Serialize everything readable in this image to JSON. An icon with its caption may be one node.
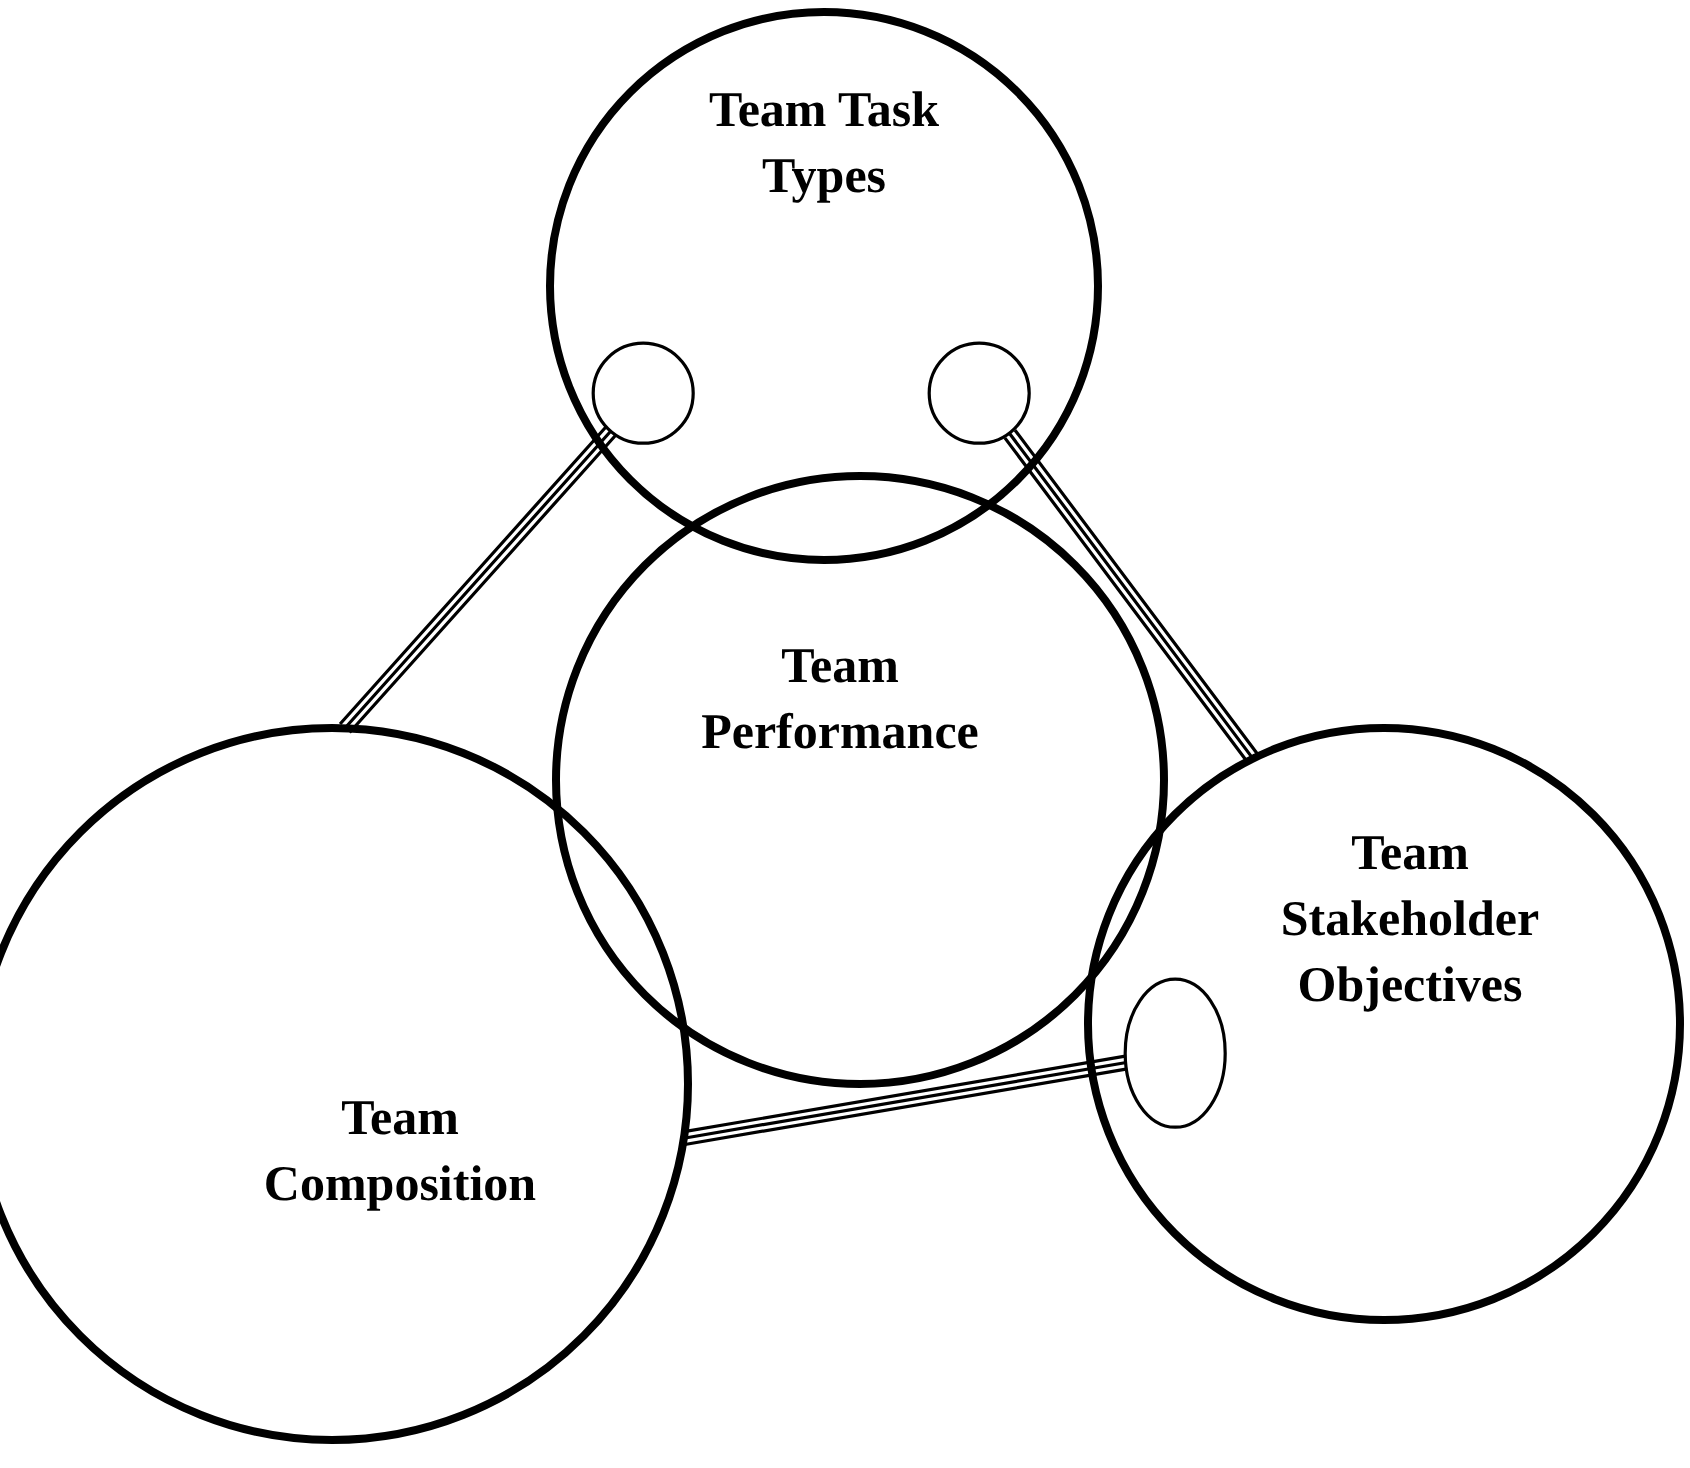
{
  "diagram": {
    "nodes": [
      {
        "text": [
          "Team Task Types"
        ]
      },
      {
        "text": [],
        "shape": "circle",
        "in": 0
      },
      {
        "text": [],
        "shape": "circle",
        "in": 0
      },
      {
        "text": [
          "Team Performance"
        ]
      },
      {
        "text": [
          "Team Composition"
        ]
      },
      {
        "text": [
          "Team Stakeholder Objectives"
        ]
      },
      {
        "text": [],
        "shape": "circle",
        "in": 5
      }
    ],
    "edges": [
      {
        "from": 1,
        "to": 4,
        "arrow": "none"
      },
      {
        "from": 2,
        "to": 5,
        "arrow": "none"
      },
      {
        "from": 6,
        "to": 4,
        "arrow": "none"
      }
    ]
  }
}
